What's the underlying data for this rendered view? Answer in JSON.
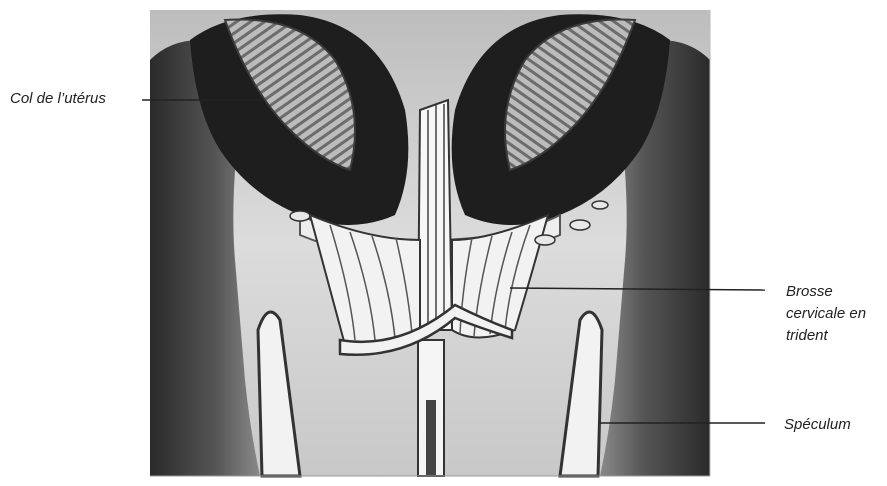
{
  "labels": {
    "cervix": "Col de l’utérus",
    "brush": "Brosse\ncervicale en\ntrident",
    "speculum": "Spéculum"
  },
  "colors": {
    "tissue_dark": "#1e1e1e",
    "tissue_mid": "#6a6a6a",
    "background": "#d6d6d6",
    "highlight": "#f2f2f2",
    "leader_line": "#222222"
  }
}
